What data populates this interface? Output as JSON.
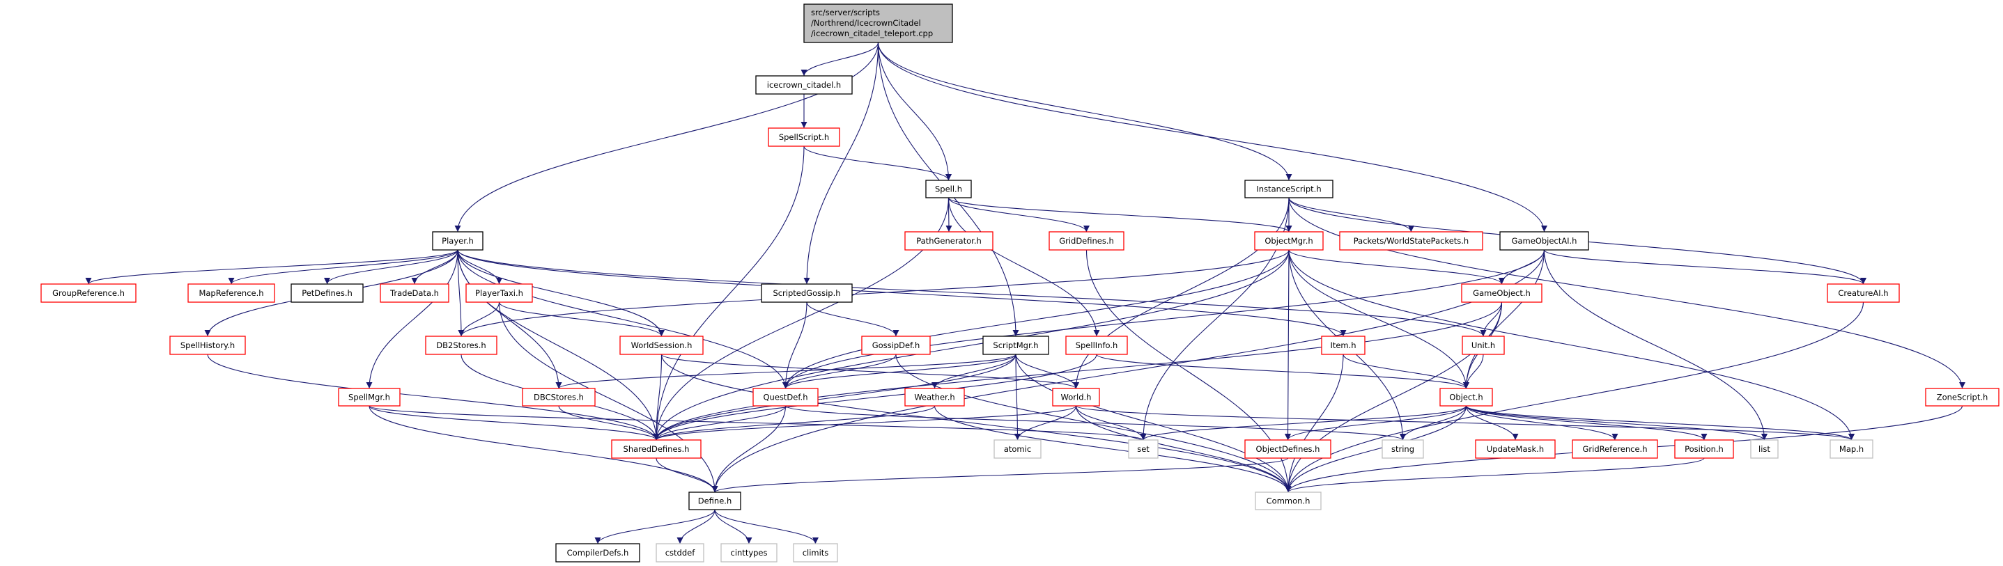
{
  "colors": {
    "edge": "#191970",
    "missing_border": "#ff0000",
    "system_border": "#bfbfbf",
    "root_fill": "#bfbfbf"
  },
  "nodes": [
    {
      "id": "root",
      "label": [
        "src/server/scripts",
        "/Northrend/IcecrownCitadel",
        "/icecrown_citadel_teleport.cpp"
      ],
      "kind": "root"
    },
    {
      "id": "icecrown",
      "label": "icecrown_citadel.h",
      "kind": "black"
    },
    {
      "id": "spellscript",
      "label": "SpellScript.h",
      "kind": "red"
    },
    {
      "id": "spell",
      "label": "Spell.h",
      "kind": "black"
    },
    {
      "id": "instance",
      "label": "InstanceScript.h",
      "kind": "black"
    },
    {
      "id": "player",
      "label": "Player.h",
      "kind": "black"
    },
    {
      "id": "pathgen",
      "label": "PathGenerator.h",
      "kind": "red"
    },
    {
      "id": "griddef",
      "label": "GridDefines.h",
      "kind": "red"
    },
    {
      "id": "objmgr",
      "label": "ObjectMgr.h",
      "kind": "red"
    },
    {
      "id": "packets",
      "label": "Packets/WorldStatePackets.h",
      "kind": "red"
    },
    {
      "id": "goai",
      "label": "GameObjectAI.h",
      "kind": "black"
    },
    {
      "id": "groupref",
      "label": "GroupReference.h",
      "kind": "red"
    },
    {
      "id": "mapref",
      "label": "MapReference.h",
      "kind": "red"
    },
    {
      "id": "petdef",
      "label": "PetDefines.h",
      "kind": "black"
    },
    {
      "id": "tradedata",
      "label": "TradeData.h",
      "kind": "red"
    },
    {
      "id": "playertaxi",
      "label": "PlayerTaxi.h",
      "kind": "red"
    },
    {
      "id": "scriptedgossip",
      "label": "ScriptedGossip.h",
      "kind": "black"
    },
    {
      "id": "gameobject",
      "label": "GameObject.h",
      "kind": "red"
    },
    {
      "id": "creatureai",
      "label": "CreatureAI.h",
      "kind": "red"
    },
    {
      "id": "spellhistory",
      "label": "SpellHistory.h",
      "kind": "red"
    },
    {
      "id": "db2",
      "label": "DB2Stores.h",
      "kind": "red"
    },
    {
      "id": "worldsession",
      "label": "WorldSession.h",
      "kind": "red"
    },
    {
      "id": "gossipdef",
      "label": "GossipDef.h",
      "kind": "red"
    },
    {
      "id": "scriptmgr",
      "label": "ScriptMgr.h",
      "kind": "black"
    },
    {
      "id": "spellinfo",
      "label": "SpellInfo.h",
      "kind": "red"
    },
    {
      "id": "item",
      "label": "Item.h",
      "kind": "red"
    },
    {
      "id": "unit",
      "label": "Unit.h",
      "kind": "red"
    },
    {
      "id": "spellmgr",
      "label": "SpellMgr.h",
      "kind": "red"
    },
    {
      "id": "dbc",
      "label": "DBCStores.h",
      "kind": "red"
    },
    {
      "id": "questdef",
      "label": "QuestDef.h",
      "kind": "red"
    },
    {
      "id": "weather",
      "label": "Weather.h",
      "kind": "red"
    },
    {
      "id": "world",
      "label": "World.h",
      "kind": "red"
    },
    {
      "id": "object",
      "label": "Object.h",
      "kind": "red"
    },
    {
      "id": "zonescript",
      "label": "ZoneScript.h",
      "kind": "red"
    },
    {
      "id": "shared",
      "label": "SharedDefines.h",
      "kind": "red"
    },
    {
      "id": "atomic",
      "label": "atomic",
      "kind": "gray"
    },
    {
      "id": "set",
      "label": "set",
      "kind": "gray"
    },
    {
      "id": "objdefines",
      "label": "ObjectDefines.h",
      "kind": "red"
    },
    {
      "id": "string",
      "label": "string",
      "kind": "gray"
    },
    {
      "id": "updatemask",
      "label": "UpdateMask.h",
      "kind": "red"
    },
    {
      "id": "gridref",
      "label": "GridReference.h",
      "kind": "red"
    },
    {
      "id": "position",
      "label": "Position.h",
      "kind": "red"
    },
    {
      "id": "list",
      "label": "list",
      "kind": "gray"
    },
    {
      "id": "map",
      "label": "Map.h",
      "kind": "gray"
    },
    {
      "id": "define",
      "label": "Define.h",
      "kind": "black"
    },
    {
      "id": "common",
      "label": "Common.h",
      "kind": "gray"
    },
    {
      "id": "compilerdefs",
      "label": "CompilerDefs.h",
      "kind": "black"
    },
    {
      "id": "cstddef",
      "label": "cstddef",
      "kind": "gray"
    },
    {
      "id": "cinttypes",
      "label": "cinttypes",
      "kind": "gray"
    },
    {
      "id": "climits",
      "label": "climits",
      "kind": "gray"
    }
  ],
  "edges": [
    [
      "root",
      "player"
    ],
    [
      "root",
      "scriptedgossip"
    ],
    [
      "root",
      "icecrown"
    ],
    [
      "root",
      "scriptmgr"
    ],
    [
      "root",
      "spell"
    ],
    [
      "root",
      "instance"
    ],
    [
      "root",
      "goai"
    ],
    [
      "icecrown",
      "spellscript"
    ],
    [
      "spellscript",
      "spell"
    ],
    [
      "spellscript",
      "shared"
    ],
    [
      "spell",
      "pathgen"
    ],
    [
      "spell",
      "griddef"
    ],
    [
      "spell",
      "objmgr"
    ],
    [
      "spell",
      "spellinfo"
    ],
    [
      "spell",
      "shared"
    ],
    [
      "instance",
      "objmgr"
    ],
    [
      "instance",
      "packets"
    ],
    [
      "instance",
      "creatureai"
    ],
    [
      "instance",
      "zonescript"
    ],
    [
      "instance",
      "world"
    ],
    [
      "instance",
      "set"
    ],
    [
      "goai",
      "gameobject"
    ],
    [
      "goai",
      "object"
    ],
    [
      "goai",
      "creatureai"
    ],
    [
      "goai",
      "list"
    ],
    [
      "goai",
      "define"
    ],
    [
      "goai",
      "questdef"
    ],
    [
      "player",
      "groupref"
    ],
    [
      "player",
      "mapref"
    ],
    [
      "player",
      "petdef"
    ],
    [
      "player",
      "tradedata"
    ],
    [
      "player",
      "playertaxi"
    ],
    [
      "player",
      "spellhistory"
    ],
    [
      "player",
      "spellmgr"
    ],
    [
      "player",
      "db2"
    ],
    [
      "player",
      "worldsession"
    ],
    [
      "player",
      "dbc"
    ],
    [
      "player",
      "questdef"
    ],
    [
      "player",
      "item"
    ],
    [
      "player",
      "unit"
    ],
    [
      "player",
      "shared"
    ],
    [
      "playertaxi",
      "db2"
    ],
    [
      "playertaxi",
      "worldsession"
    ],
    [
      "playertaxi",
      "define"
    ],
    [
      "objmgr",
      "db2"
    ],
    [
      "objmgr",
      "gameobject"
    ],
    [
      "objmgr",
      "object"
    ],
    [
      "objmgr",
      "objdefines"
    ],
    [
      "objmgr",
      "string"
    ],
    [
      "objmgr",
      "map"
    ],
    [
      "objmgr",
      "questdef"
    ],
    [
      "objmgr",
      "shared"
    ],
    [
      "gameobject",
      "unit"
    ],
    [
      "gameobject",
      "object"
    ],
    [
      "gameobject",
      "shared"
    ],
    [
      "gameobject",
      "common"
    ],
    [
      "scriptedgossip",
      "questdef"
    ],
    [
      "scriptedgossip",
      "gossipdef"
    ],
    [
      "gossipdef",
      "questdef"
    ],
    [
      "gossipdef",
      "common"
    ],
    [
      "scriptmgr",
      "questdef"
    ],
    [
      "scriptmgr",
      "weather"
    ],
    [
      "scriptmgr",
      "world"
    ],
    [
      "scriptmgr",
      "atomic"
    ],
    [
      "scriptmgr",
      "shared"
    ],
    [
      "scriptmgr",
      "dbc"
    ],
    [
      "scriptmgr",
      "common"
    ],
    [
      "spellinfo",
      "shared"
    ],
    [
      "spellinfo",
      "object"
    ],
    [
      "item",
      "object"
    ],
    [
      "item",
      "common"
    ],
    [
      "unit",
      "object"
    ],
    [
      "creatureai",
      "common"
    ],
    [
      "zonescript",
      "common"
    ],
    [
      "worldsession",
      "world"
    ],
    [
      "worldsession",
      "shared"
    ],
    [
      "worldsession",
      "common"
    ],
    [
      "db2",
      "shared"
    ],
    [
      "dbc",
      "shared"
    ],
    [
      "spellhistory",
      "shared"
    ],
    [
      "spellmgr",
      "shared"
    ],
    [
      "spellmgr",
      "set"
    ],
    [
      "spellmgr",
      "define"
    ],
    [
      "questdef",
      "shared"
    ],
    [
      "questdef",
      "define"
    ],
    [
      "questdef",
      "string"
    ],
    [
      "weather",
      "shared"
    ],
    [
      "weather",
      "common"
    ],
    [
      "world",
      "shared"
    ],
    [
      "world",
      "atomic"
    ],
    [
      "world",
      "set"
    ],
    [
      "world",
      "common"
    ],
    [
      "world",
      "map"
    ],
    [
      "object",
      "set"
    ],
    [
      "object",
      "string"
    ],
    [
      "object",
      "objdefines"
    ],
    [
      "object",
      "updatemask"
    ],
    [
      "object",
      "gridref"
    ],
    [
      "object",
      "position"
    ],
    [
      "object",
      "list"
    ],
    [
      "object",
      "map"
    ],
    [
      "object",
      "common"
    ],
    [
      "objdefines",
      "define"
    ],
    [
      "position",
      "common"
    ],
    [
      "griddef",
      "common"
    ],
    [
      "shared",
      "define"
    ],
    [
      "define",
      "compilerdefs"
    ],
    [
      "define",
      "cstddef"
    ],
    [
      "define",
      "cinttypes"
    ],
    [
      "define",
      "climits"
    ]
  ]
}
